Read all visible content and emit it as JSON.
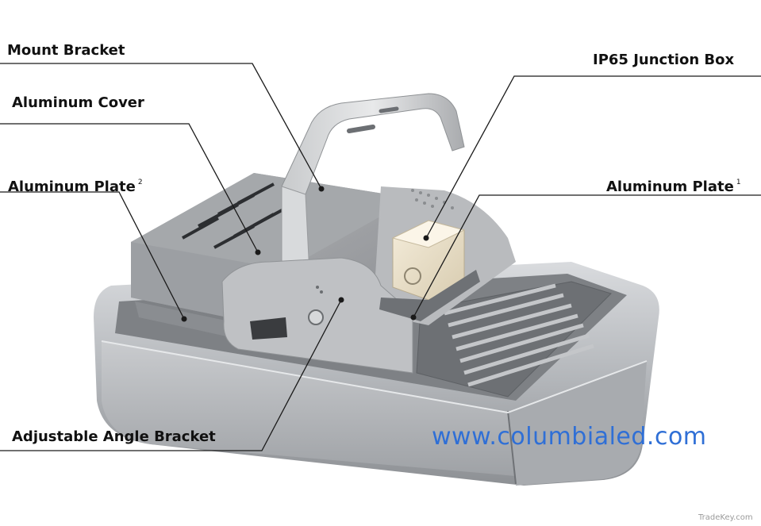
{
  "labels": {
    "mount_bracket": "Mount Bracket",
    "aluminum_cover": "Aluminum Cover",
    "aluminum_plate_2": "Aluminum Plate",
    "aluminum_plate_2_sup": "2",
    "ip65_junction_box": "IP65 Junction Box",
    "aluminum_plate_1": "Aluminum Plate",
    "aluminum_plate_1_sup": "1",
    "adjustable_angle_bracket": "Adjustable Angle Bracket"
  },
  "website": "www.columbialed.com",
  "watermark": "TradeKey.com",
  "colors": {
    "website_text": "#2f6fd6",
    "leader_lines": "#1a1a1a",
    "housing": "#b8babd",
    "heatsink": "#8e9093"
  }
}
